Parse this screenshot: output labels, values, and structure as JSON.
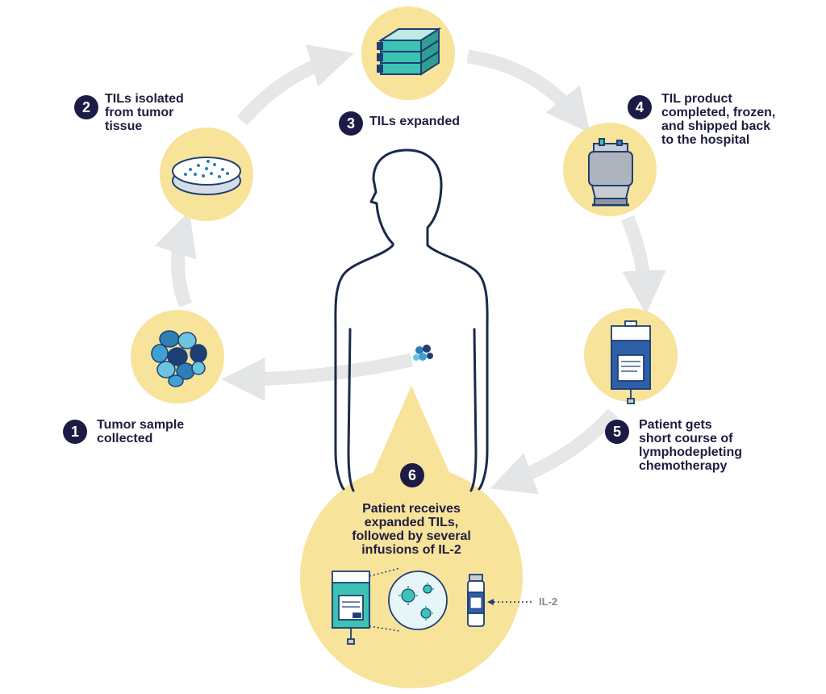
{
  "steps": [
    {
      "number": "1",
      "lines": [
        "Tumor sample",
        "collected"
      ]
    },
    {
      "number": "2",
      "lines": [
        "TILs isolated",
        "from tumor",
        "tissue"
      ]
    },
    {
      "number": "3",
      "lines": [
        "TILs expanded"
      ]
    },
    {
      "number": "4",
      "lines": [
        "TIL product",
        "completed, frozen,",
        "and shipped back",
        "to the hospital"
      ]
    },
    {
      "number": "5",
      "lines": [
        "Patient gets",
        "short course of",
        "lymphodepleting",
        "chemotherapy"
      ]
    },
    {
      "number": "6",
      "lines": [
        "Patient receives",
        "expanded TILs,",
        "followed by several",
        "infusions of IL-2"
      ]
    }
  ],
  "il2_label": "IL-2",
  "colors": {
    "circle_fill": "#f8e39a",
    "arrow": "#e4e5e6",
    "outline": "#1b2a4a",
    "badge": "#1b1b45",
    "teal": "#3cc3b4",
    "blue": "#2f7fb5",
    "navy": "#1d3f73"
  }
}
